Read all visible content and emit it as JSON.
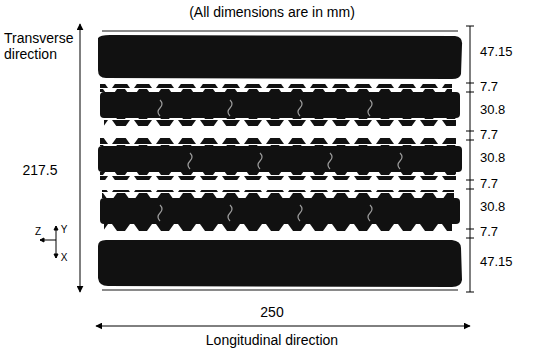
{
  "diagram": {
    "title": "(All dimensions are in mm)",
    "labels": [
      "Transverse direction",
      "217.5",
      "47.15",
      "7.7",
      "30.8",
      "7.7",
      "30.8",
      "7.7",
      "30.8",
      "7.7",
      "47.15",
      "250",
      "Longitudinal direction",
      "Z",
      "Y",
      "X"
    ]
  }
}
